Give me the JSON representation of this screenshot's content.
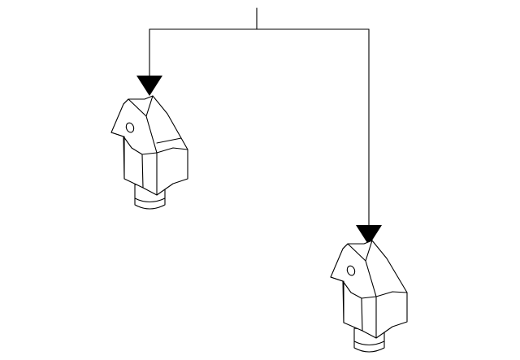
{
  "diagram": {
    "type": "exploded-parts-diagram",
    "line_color": "#000000",
    "background_color": "#ffffff",
    "parts": [
      {
        "name": "sensor-part-left",
        "icon": "sensor-bracket-icon"
      },
      {
        "name": "sensor-part-right",
        "icon": "sensor-bracket-icon"
      }
    ],
    "labels": []
  }
}
